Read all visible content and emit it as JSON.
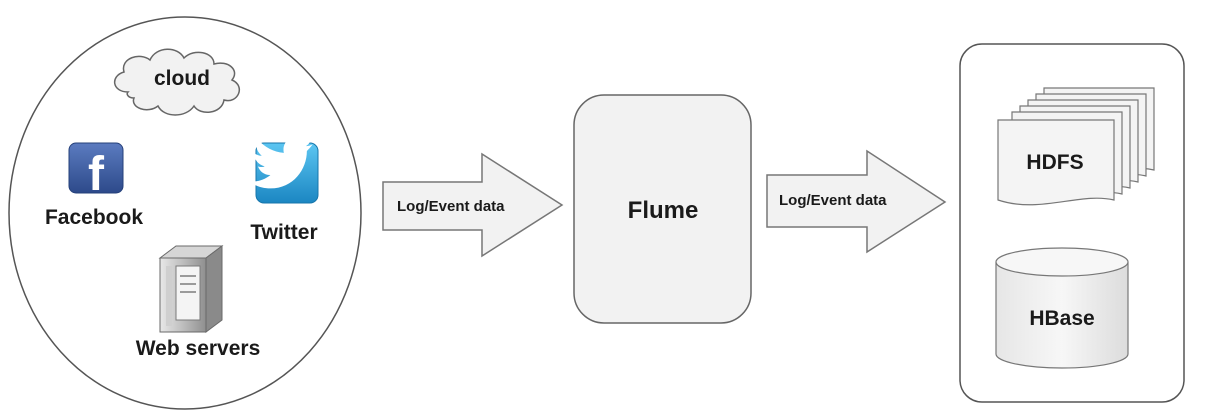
{
  "sources": {
    "cloud_label": "cloud",
    "facebook_label": "Facebook",
    "facebook_glyph": "f",
    "twitter_label": "Twitter",
    "webservers_label": "Web servers"
  },
  "arrows": {
    "left_label": "Log/Event data",
    "right_label": "Log/Event data"
  },
  "flume": {
    "label": "Flume"
  },
  "storage": {
    "hdfs_label": "HDFS",
    "hbase_label": "HBase"
  },
  "icons": [
    "cloud-icon",
    "facebook-icon",
    "twitter-icon",
    "server-icon",
    "hdfs-documents-icon",
    "hbase-cylinder-icon"
  ],
  "colors": {
    "facebook_blue": "#3b5998",
    "twitter_blue": "#2a9fd6",
    "box_fill": "#f2f2f2",
    "stroke": "#555555"
  }
}
